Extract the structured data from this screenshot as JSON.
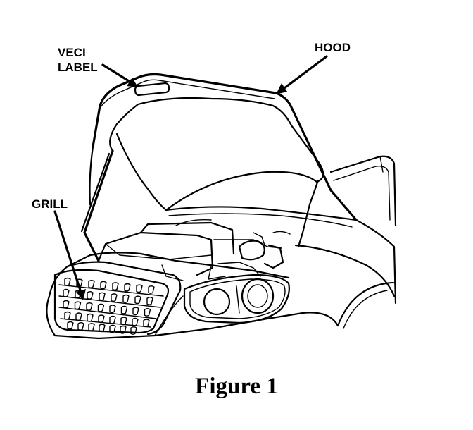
{
  "labels": {
    "veci_line1": "VECI",
    "veci_line2": "LABEL",
    "hood": "HOOD",
    "grill": "GRILL"
  },
  "caption": "Figure 1",
  "colors": {
    "ink": "#000000",
    "background": "#ffffff"
  }
}
